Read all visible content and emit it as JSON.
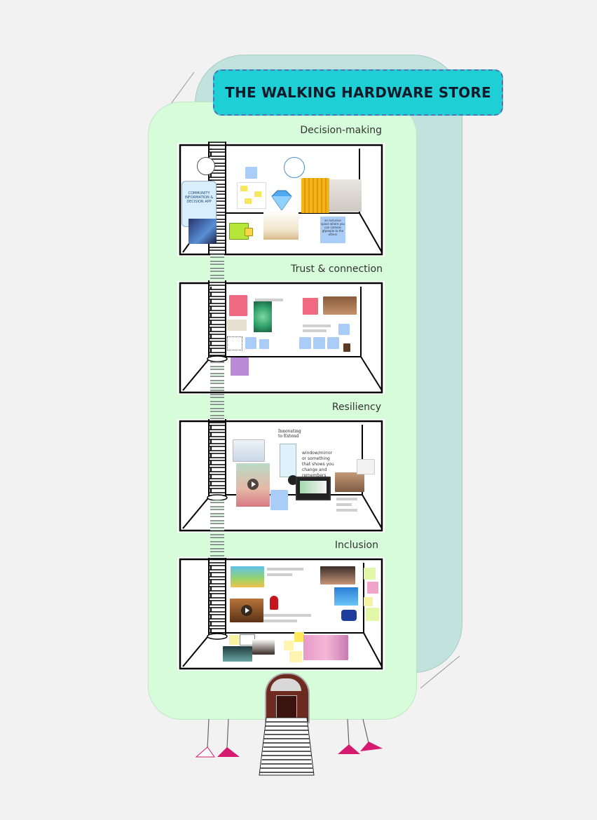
{
  "title": "THE WALKING HARDWARE STORE",
  "floors": [
    {
      "label": "Decision-making"
    },
    {
      "label": "Trust & connection"
    },
    {
      "label": "Resiliency"
    },
    {
      "label": "Inclusion"
    }
  ],
  "decision": {
    "app_bubble": "COMMUNITY INFORMATION & DECISION APP",
    "blue_note": "an inclusive space where you can comeas gfpeople to the others"
  },
  "resiliency": {
    "handwritten_note": "window/mirror or something that shows you change and remembers",
    "logo_text": "Innovating to Extend"
  },
  "colors": {
    "building_back": "#c2e3dd",
    "building_front": "#d6fcd9",
    "title_banner": "#1fcfd6",
    "sticky_blue": "#a9cdf7",
    "sticky_pink": "#f06b82",
    "sticky_purple": "#b98ad6",
    "sticky_yellow": "#f7f3a3",
    "sticky_green": "#e4f7a8",
    "foot_magenta": "#d61a70"
  }
}
